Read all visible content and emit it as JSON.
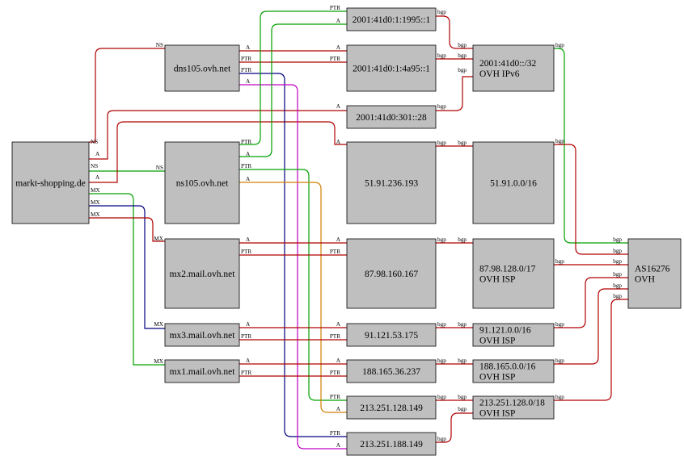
{
  "colors": {
    "red": "#b00000",
    "green": "#00a000",
    "navy": "#000080",
    "magenta": "#c000c0",
    "orange": "#d08000",
    "node_fill": "#c0bfc0"
  },
  "nodes": {
    "domain": {
      "lines": [
        "markt-shopping.de"
      ]
    },
    "dns105": {
      "lines": [
        "dns105.ovh.net"
      ]
    },
    "ns105": {
      "lines": [
        "ns105.ovh.net"
      ]
    },
    "mx2": {
      "lines": [
        "mx2.mail.ovh.net"
      ]
    },
    "mx3": {
      "lines": [
        "mx3.mail.ovh.net"
      ]
    },
    "mx1": {
      "lines": [
        "mx1.mail.ovh.net"
      ]
    },
    "ip6_1995": {
      "lines": [
        "2001:41d0:1:1995::1"
      ]
    },
    "ip6_4a95": {
      "lines": [
        "2001:41d0:1:4a95::1"
      ]
    },
    "ip6_301": {
      "lines": [
        "2001:41d0:301::28"
      ]
    },
    "ip_51": {
      "lines": [
        "51.91.236.193"
      ]
    },
    "ip_87": {
      "lines": [
        "87.98.160.167"
      ]
    },
    "ip_91": {
      "lines": [
        "91.121.53.175"
      ]
    },
    "ip_188": {
      "lines": [
        "188.165.36.237"
      ]
    },
    "ip_213_128": {
      "lines": [
        "213.251.128.149"
      ]
    },
    "ip_213_188": {
      "lines": [
        "213.251.188.149"
      ]
    },
    "net6": {
      "lines": [
        "2001:41d0::/32",
        "OVH IPv6"
      ]
    },
    "net51": {
      "lines": [
        "51.91.0.0/16"
      ]
    },
    "net87": {
      "lines": [
        "87.98.128.0/17",
        "OVH ISP"
      ]
    },
    "net91": {
      "lines": [
        "91.121.0.0/16",
        "OVH ISP"
      ]
    },
    "net188": {
      "lines": [
        "188.165.0.0/16",
        "OVH ISP"
      ]
    },
    "net213": {
      "lines": [
        "213.251.128.0/18",
        "OVH ISP"
      ]
    },
    "as": {
      "lines": [
        "AS16276",
        "OVH"
      ]
    }
  },
  "edge_labels": {
    "ns": "NS",
    "a": "A",
    "mx": "MX",
    "ptr": "PTR",
    "bgp": "bgp"
  }
}
